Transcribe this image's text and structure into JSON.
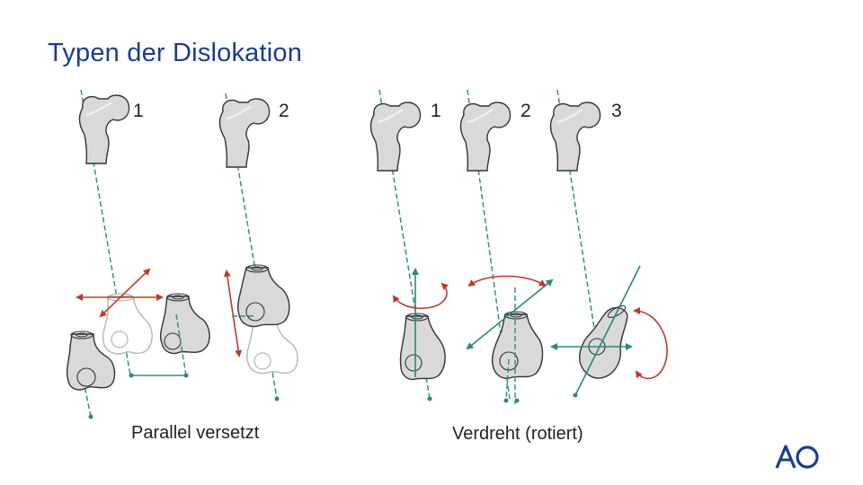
{
  "title": "Typen der Dislokation",
  "labels": {
    "left_1": "1",
    "left_2": "2",
    "right_1": "1",
    "right_2": "2",
    "right_3": "3"
  },
  "captions": {
    "left": "Parallel versetzt",
    "right": "Verdreht (rotiert)"
  },
  "logo": {
    "text": "AO",
    "color": "#1b3d8f"
  },
  "colors": {
    "axis": "#3a8f88",
    "arrow_red": "#c0392b",
    "bone_fill": "#d9d9d9",
    "title": "#1b3d8f"
  }
}
